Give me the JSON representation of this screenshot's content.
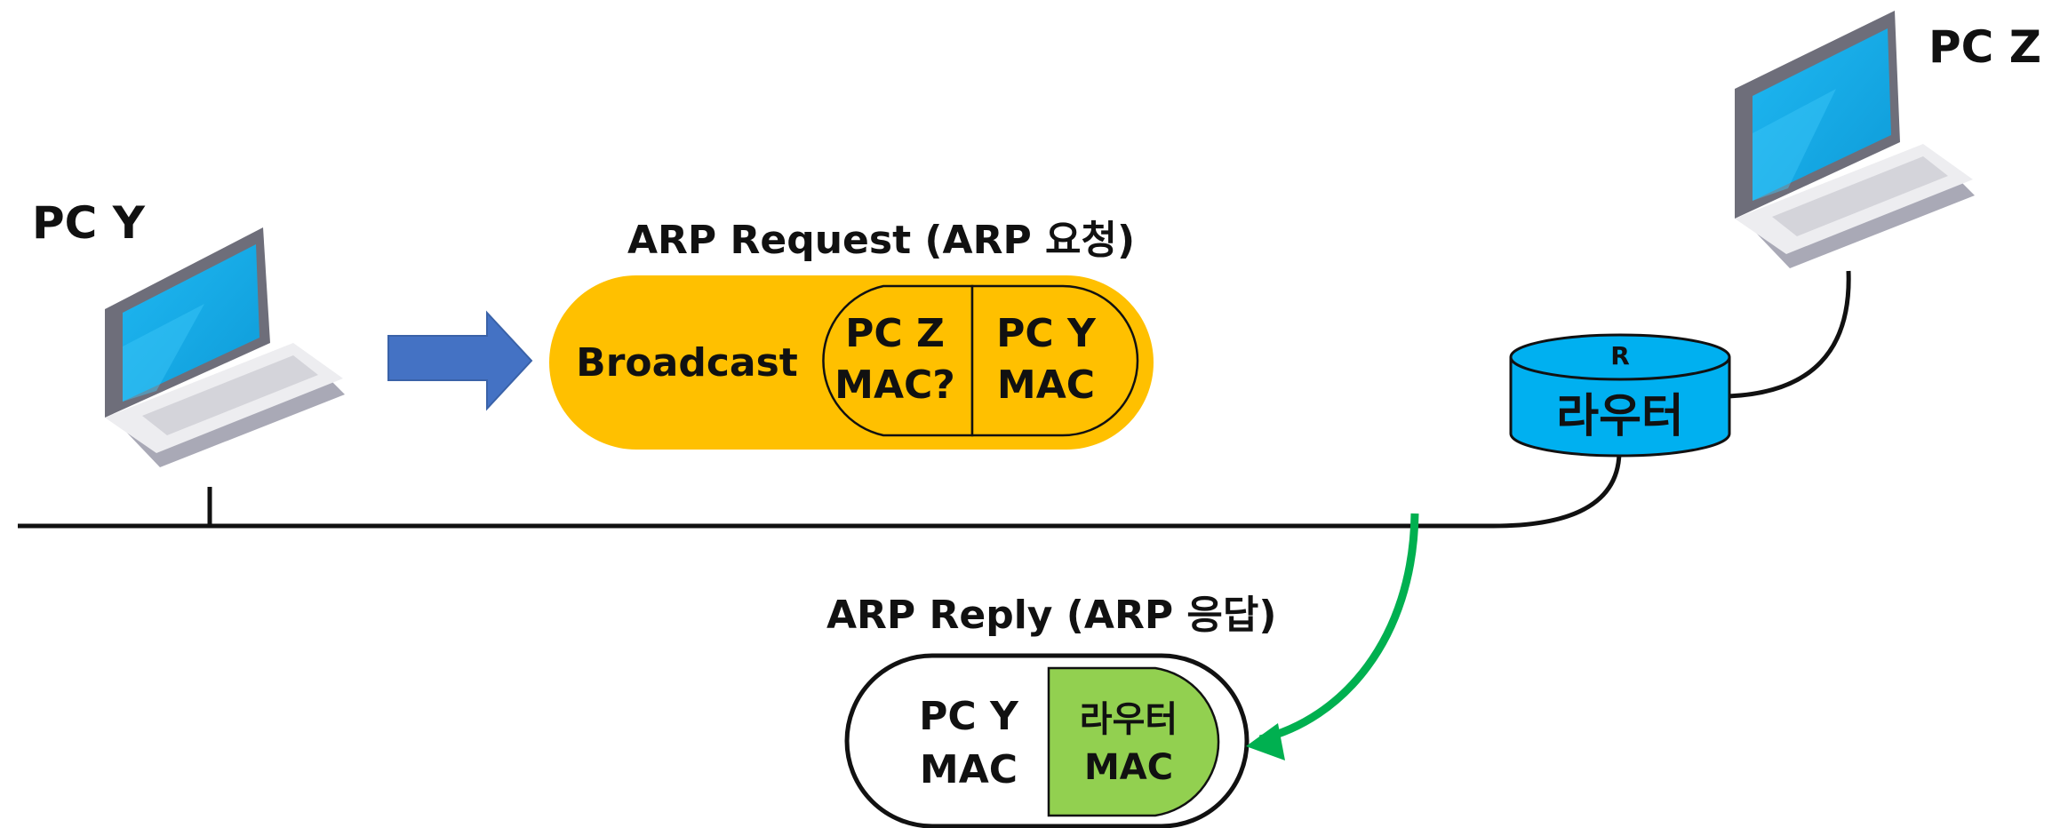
{
  "pc_y": {
    "label": "PC Y"
  },
  "pc_z": {
    "label": "PC Z"
  },
  "router": {
    "badge": "R",
    "name": "라우터"
  },
  "arp_request": {
    "title": "ARP Request (ARP 요청)",
    "broadcast": "Broadcast",
    "target_line1": "PC Z",
    "target_line2": "MAC?",
    "sender_line1": "PC Y",
    "sender_line2": "MAC"
  },
  "arp_reply": {
    "title": "ARP Reply (ARP 응답)",
    "dest_line1": "PC Y",
    "dest_line2": "MAC",
    "router_line1": "라우터",
    "router_line2": "MAC"
  },
  "colors": {
    "request_fill": "#FFC000",
    "reply_fill": "#92D050",
    "router_fill": "#00B0F0",
    "blue_arrow": "#4472C4",
    "green_arrow": "#00B050",
    "screen": "#1FB8F2",
    "laptop_body": "#E6E6EA",
    "laptop_frame": "#6E6E7A"
  }
}
